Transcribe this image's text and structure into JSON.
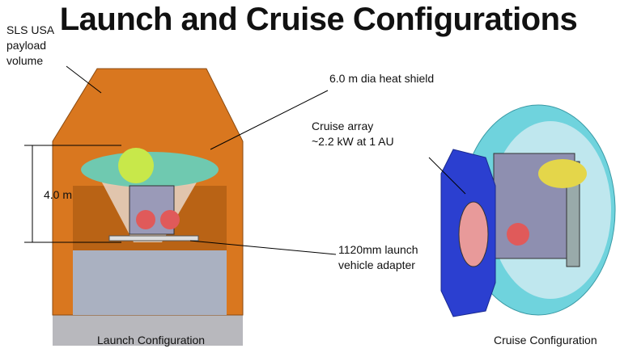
{
  "title": "Launch and Cruise Configurations",
  "labels": {
    "payload_volume": [
      "SLS USA",
      "payload",
      "volume"
    ],
    "height": "4.0 m",
    "heat_shield": "6.0 m dia heat shield",
    "cruise_array": [
      "Cruise array",
      "~2.2 kW at 1 AU"
    ],
    "adapter": [
      "1120mm launch",
      "vehicle adapter"
    ]
  },
  "captions": {
    "launch": "Launch Configuration",
    "cruise": "Cruise Configuration"
  },
  "colors": {
    "fairing": "#d9771f",
    "heat_shield": "#6fc9b0",
    "solar_array": "#2b3fd0",
    "dish": "#6fd3dd",
    "base": "#b8b8bd"
  }
}
